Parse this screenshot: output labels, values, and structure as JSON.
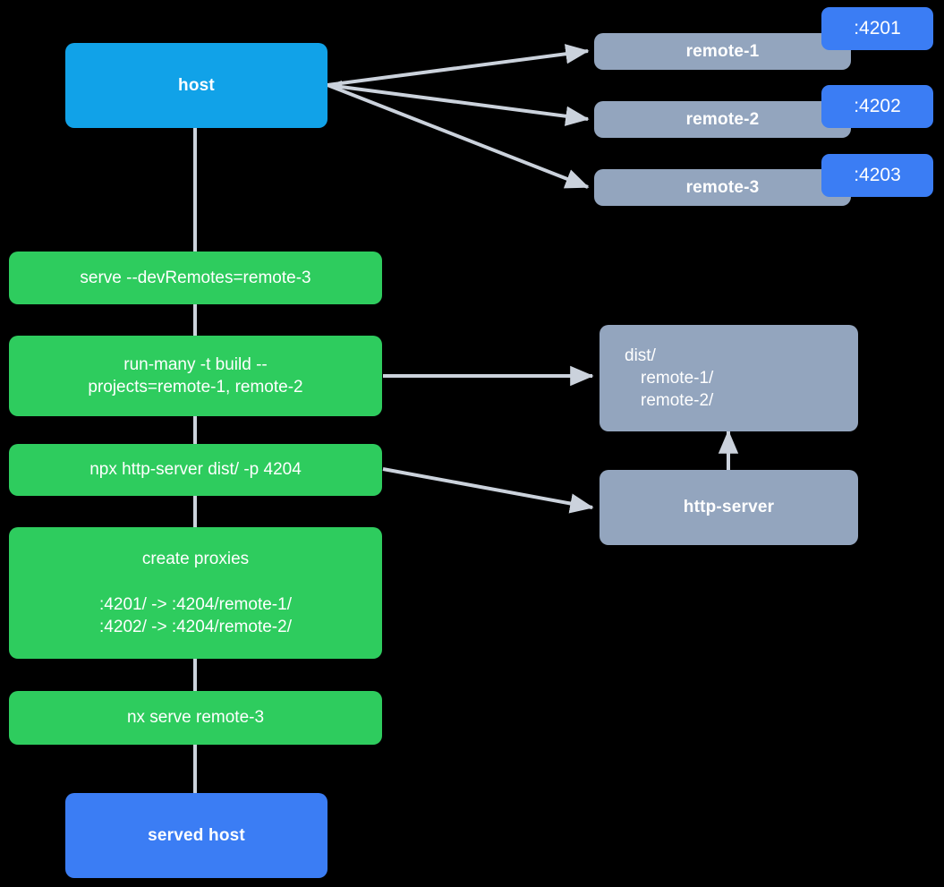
{
  "diagram": {
    "background": "#000000",
    "colors": {
      "host": "#11A2E8",
      "served_host": "#3B7DF4",
      "remote": "#93A5BE",
      "command": "#2ECC5E",
      "port_badge": "#3B7DF4",
      "edge": "#CBD2DC",
      "text": "#FFFFFF"
    },
    "nodes": {
      "host": {
        "label": "host"
      },
      "remote_1": {
        "label": "remote-1",
        "port": ":4201"
      },
      "remote_2": {
        "label": "remote-2",
        "port": ":4202"
      },
      "remote_3": {
        "label": "remote-3",
        "port": ":4203"
      },
      "cmd_serve": {
        "label": "serve --devRemotes=remote-3"
      },
      "cmd_run_many": {
        "line1": "run-many -t build --",
        "line2": "projects=remote-1, remote-2"
      },
      "cmd_http_server": {
        "label": "npx http-server dist/ -p 4204"
      },
      "cmd_create_proxies": {
        "title": "create proxies",
        "mapping1": ":4201/ -> :4204/remote-1/",
        "mapping2": ":4202/ -> :4204/remote-2/"
      },
      "cmd_nx_serve": {
        "label": "nx serve remote-3"
      },
      "served_host": {
        "label": "served host"
      },
      "dist": {
        "root": "dist/",
        "child1": "remote-1/",
        "child2": "remote-2/"
      },
      "http_server": {
        "label": "http-server"
      }
    }
  }
}
